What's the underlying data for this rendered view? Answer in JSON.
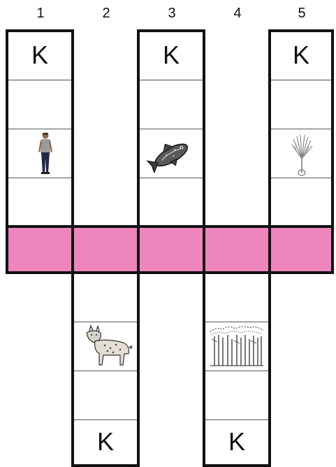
{
  "column_numbers": [
    "1",
    "2",
    "3",
    "4",
    "5"
  ],
  "letters": {
    "col1_top": "K",
    "col3_top": "K",
    "col5_top": "K",
    "col2_bottom": "K",
    "col4_bottom": "K"
  },
  "icons": {
    "col1": "person-icon",
    "col3": "fish-icon",
    "col5": "flower-icon",
    "col2": "lynx-icon",
    "col4": "forest-icon"
  },
  "colors": {
    "highlight": "#ef85bd",
    "border": "#111111"
  }
}
